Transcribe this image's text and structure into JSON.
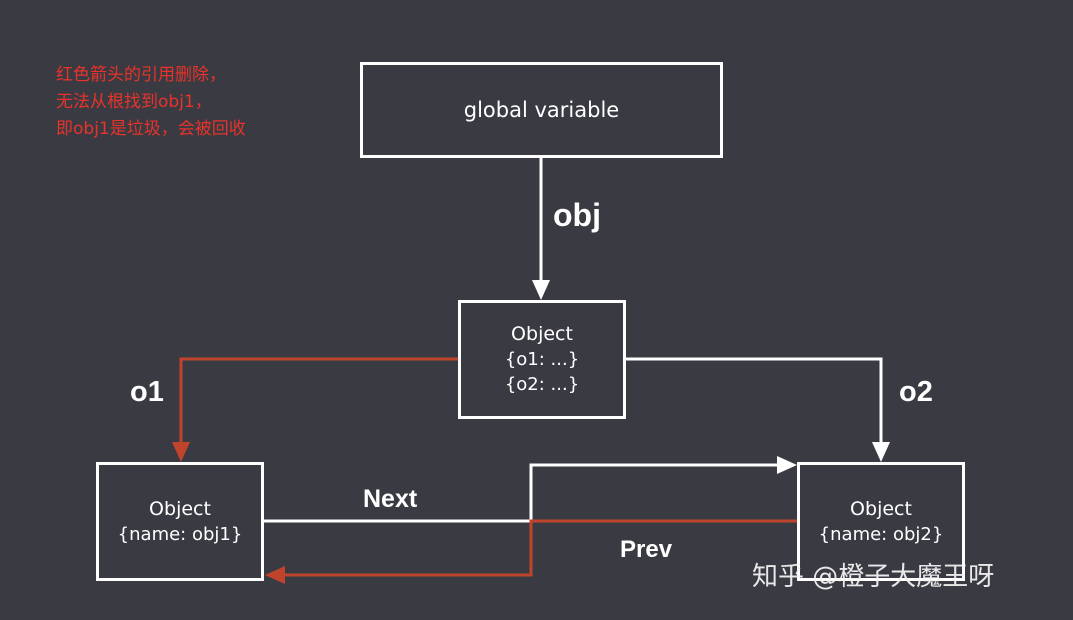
{
  "note": {
    "lines": [
      "红色箭头的引用删除，",
      "无法从根找到obj1，",
      "即obj1是垃圾，会被回收"
    ],
    "color": "#e8322a"
  },
  "nodes": {
    "global": {
      "text": "global variable"
    },
    "root": {
      "title": "Object",
      "line1": "{o1:  ...}",
      "line2": "{o2:  ...}"
    },
    "obj1": {
      "title": "Object",
      "line1": "{name: obj1}"
    },
    "obj2": {
      "title": "Object",
      "line1": "{name: obj2}"
    }
  },
  "edges": {
    "obj": "obj",
    "o1": "o1",
    "o2": "o2",
    "next": "Next",
    "prev": "Prev"
  },
  "colors": {
    "background": "#3a3b42",
    "normal_edge": "#ffffff",
    "deleted_edge": "#c0442c"
  },
  "watermark": "知乎 @橙子大魔王呀"
}
